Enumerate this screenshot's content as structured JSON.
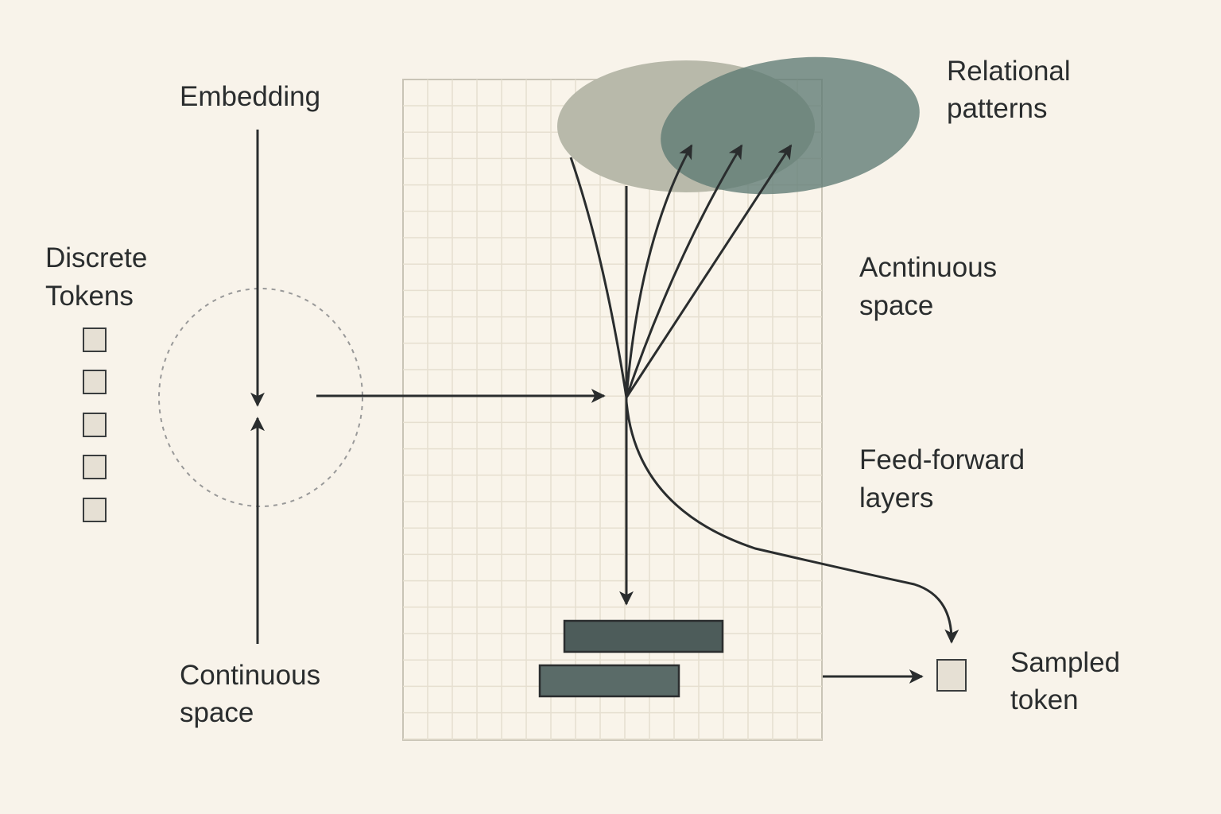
{
  "labels": {
    "embedding": "Embedding",
    "discrete_tokens": [
      "Discrete",
      "Tokens"
    ],
    "continuous_space": [
      "Continuous",
      "space"
    ],
    "relational_patterns": [
      "Relational",
      "patterns"
    ],
    "acntinuous_space": [
      "Acntinuous",
      "space"
    ],
    "feed_forward": [
      "Feed-forward",
      "layers"
    ],
    "sampled_token": [
      "Sampled",
      "token"
    ]
  },
  "colors": {
    "background": "#f8f3ea",
    "ink": "#2a2d2e",
    "ellipse_light": "#b8b9aa",
    "ellipse_dark": "#5d7a73",
    "bar_dark": "#4d5c5a",
    "token_fill": "#e6e0d4"
  }
}
